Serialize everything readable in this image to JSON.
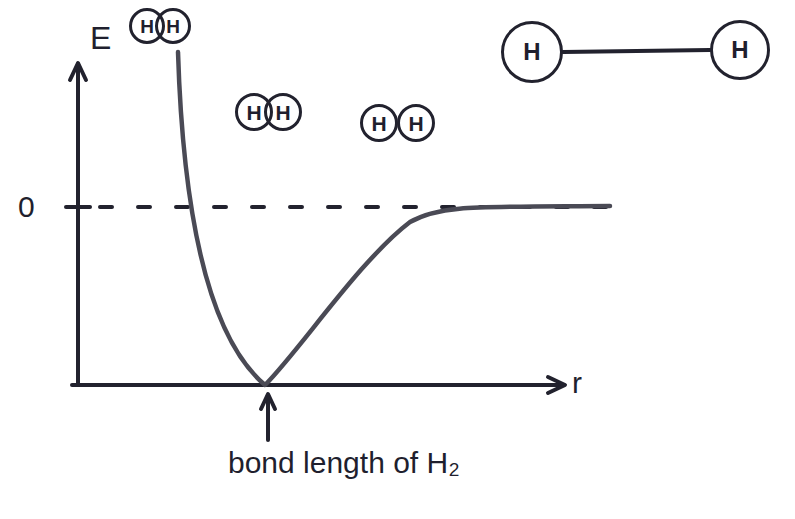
{
  "diagram": {
    "nodes": [
      {
        "text": [
          "H"
        ]
      },
      {
        "text": [
          "H"
        ]
      },
      {
        "text": [
          "H"
        ]
      },
      {
        "text": [
          "H"
        ]
      },
      {
        "text": [
          "H"
        ]
      },
      {
        "text": [
          "H"
        ]
      },
      {
        "text": [
          "H"
        ]
      },
      {
        "text": [
          "H"
        ]
      }
    ],
    "edges": [
      {
        "from": 2,
        "to": 3,
        "arrow": "none"
      }
    ],
    "labels": [
      "E",
      "0",
      "r",
      "bond length of H₂"
    ]
  }
}
